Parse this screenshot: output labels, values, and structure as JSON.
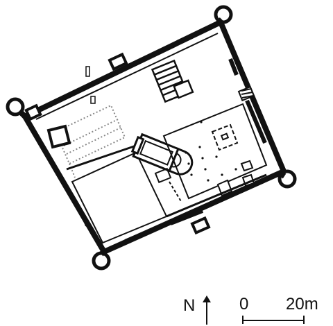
{
  "legend": {
    "north_label": "N",
    "scale_start": "0",
    "scale_end": "20m"
  },
  "colors": {
    "ink": "#111111",
    "wall_fill": "#ffffff",
    "background": "#ffffff",
    "dotted": "#888888"
  }
}
